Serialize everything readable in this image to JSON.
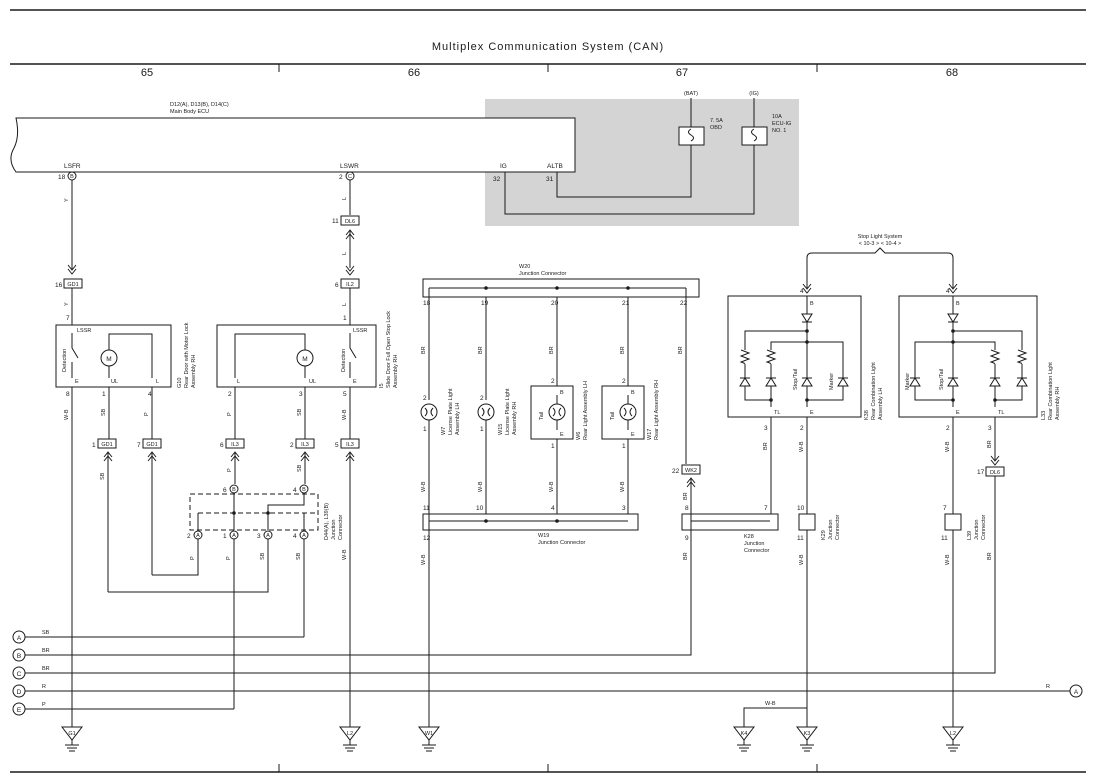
{
  "title": "Multiplex Communication System (CAN)",
  "columns": [
    "65",
    "66",
    "67",
    "68"
  ],
  "ecu": {
    "line1": "D12(A), D13(B), D14(C)",
    "line2": "Main Body ECU"
  },
  "ecu_pins": {
    "lsfr": "LSFR",
    "lswr": "LSWR",
    "ig": "IG",
    "altb": "ALTB"
  },
  "pins": {
    "p18": "18",
    "p2": "2",
    "p32": "32",
    "p31": "31",
    "p11": "11",
    "p16": "16",
    "p6": "6",
    "p7": "7",
    "p1": "1",
    "p8": "8",
    "p4": "4",
    "p3": "3",
    "p5": "5",
    "p19": "19",
    "p20": "20",
    "p21": "21",
    "p22": "22",
    "p10": "10",
    "p12": "12",
    "p9": "9",
    "p17": "17"
  },
  "letters": {
    "a": "A",
    "b": "B",
    "c": "C",
    "d": "D",
    "e": "E"
  },
  "fuses": {
    "bat_label": "(BAT)",
    "ig_label": "(IG)",
    "obd_amp": "7. 5A",
    "obd_name": "OBD",
    "ecuig_amp": "10A",
    "ecuig_name1": "ECU-IG",
    "ecuig_name2": "NO. 1"
  },
  "connectors": {
    "dl6": "DL6",
    "gd1": "GD1",
    "il2": "IL2",
    "il3": "IL3",
    "wk2": "WK2",
    "g1": "G1",
    "l2": "L2",
    "w1": "W1",
    "k4": "K4",
    "k3": "K3"
  },
  "wires": {
    "y": "Y",
    "l": "L",
    "br": "BR",
    "sb": "SB",
    "p": "P",
    "wb": "W-B",
    "r": "R"
  },
  "terminals": {
    "lssr": "LSSR",
    "e": "E",
    "ul": "UL",
    "l": "L",
    "b": "B",
    "tl": "TL",
    "detection": "Detection",
    "m": "M",
    "tail": "Tail",
    "stop_tail": "Stop/Tail",
    "marker": "Marker"
  },
  "components": {
    "g10_1": "G10",
    "g10_2": "Rear Door with Motor Lock",
    "g10_3": "Assembly RH",
    "i5_1": "I5",
    "i5_2": "Slide Door Full Open Stop Lock",
    "i5_3": "Assembly RH",
    "w7_1": "W7",
    "w7_2": "License Plate Light",
    "w7_3": "Assembly LH",
    "w15_1": "W15",
    "w15_2": "License Plate Light",
    "w15_3": "Assembly RH",
    "w6_1": "W6",
    "w6_2": "Rear Light Assembly LH",
    "w17_1": "W17",
    "w17_2": "Rear Light Assembly RH",
    "k38_1": "K38",
    "k38_2": "Rear Combination Light",
    "k38_3": "Assembly LH",
    "l33_1": "L33",
    "l33_2": "Rear Combination Light",
    "l33_3": "Assembly RH"
  },
  "junctions": {
    "w20_1": "W20",
    "w20_2": "Junction Connector",
    "w19_1": "W19",
    "w19_2": "Junction Connector",
    "k28_1": "K28",
    "k28_2": "Junction",
    "k28_3": "Connector",
    "k29_1": "K29",
    "k29_2": "Junction",
    "k29_3": "Connector",
    "l39_1": "L39",
    "l39_2": "Junction",
    "l39_3": "Connector",
    "d44_1": "D44(A), L39(B)",
    "d44_2": "Junction",
    "d44_3": "Connector"
  },
  "stop_light": {
    "line1": "Stop Light System",
    "line2": "< 10-3 > < 10-4 >"
  }
}
